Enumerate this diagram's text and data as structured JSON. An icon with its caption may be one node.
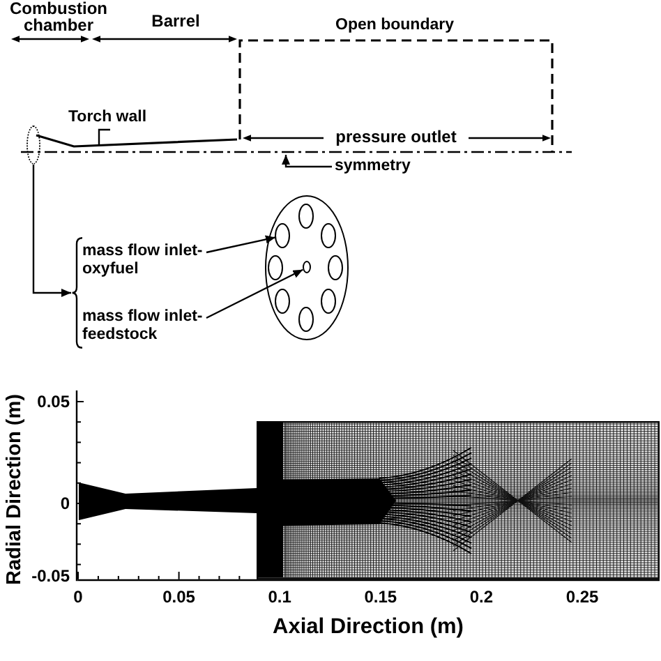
{
  "diagram": {
    "nodes": [
      {
        "text": [
          "Torch wall"
        ]
      },
      {
        "text": [],
        "shape": "line"
      },
      {
        "text": [],
        "shape": "ellipse"
      },
      {
        "text": [],
        "shape": "line"
      },
      {
        "text": [
          "symmetry"
        ]
      },
      {
        "text": [],
        "shape": "brace"
      },
      {
        "text": [
          "mass flow inlet- oxyfuel"
        ]
      },
      {
        "text": [
          "mass flow inlet- feedstock"
        ]
      },
      {
        "text": [],
        "shape": "ellipse"
      },
      {
        "text": [],
        "shape": "ellipse",
        "in": 8
      },
      {
        "text": [],
        "shape": "ellipse",
        "in": 8
      },
      {
        "text": [],
        "shape": "ellipse",
        "in": 8
      },
      {
        "text": [],
        "shape": "ellipse",
        "in": 8
      },
      {
        "text": [],
        "shape": "ellipse",
        "in": 8
      },
      {
        "text": [],
        "shape": "ellipse",
        "in": 8
      },
      {
        "text": [],
        "shape": "ellipse",
        "in": 8
      },
      {
        "text": [],
        "shape": "ellipse",
        "in": 8
      },
      {
        "text": [],
        "shape": "ellipse",
        "in": 8
      }
    ],
    "edges": [
      {
        "from": 0,
        "to": 1,
        "arrow": "none"
      },
      {
        "from": 4,
        "to": 3,
        "arrow": "to"
      },
      {
        "from": 2,
        "to": 5,
        "arrow": "to"
      },
      {
        "from": 6,
        "to": 10,
        "arrow": "to"
      },
      {
        "from": 7,
        "to": 13,
        "arrow": "to"
      }
    ],
    "labels": [
      "Combustion chamber",
      "Barrel",
      "Open boundary",
      "pressure outlet",
      "0.05",
      "0",
      "-0.05",
      "Radial Direction (m)",
      "0",
      "0.05",
      "0.1",
      "0.15",
      "0.2",
      "0.25",
      "Axial Direction (m)"
    ]
  }
}
